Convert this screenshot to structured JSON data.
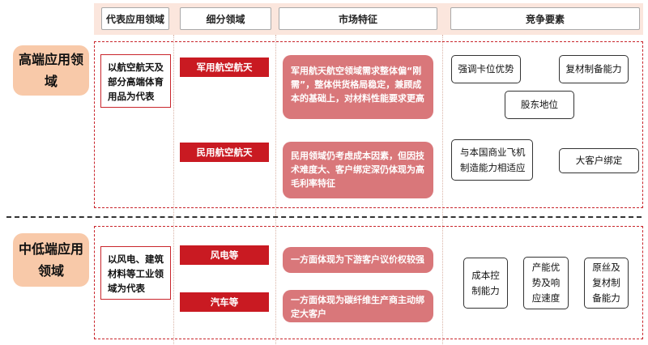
{
  "header": {
    "col1": "代表应用领域",
    "col2": "细分领域",
    "col3": "市场特征",
    "col4": "竞争要素"
  },
  "high_end": {
    "section_label": "高端应用领域",
    "representative": "以航空航天及部分高端体育用品为代表",
    "rows": [
      {
        "subfield": "军用航空航天",
        "feature": "军用航天航空领域需求整体偏“刚需”，整体供货格局稳定，兼顾成本的基础上，对材料性能要求更高"
      },
      {
        "subfield": "民用航空航天",
        "feature": "民用领域仍考虑成本因素，但因技术难度大、客户绑定深仍体现为高毛利率特征"
      }
    ],
    "competition": {
      "c1": "强调卡位优势",
      "c2": "复材制备能力",
      "c3": "股东地位",
      "c4": "与本国商业飞机制造能力相适应",
      "c5": "大客户绑定"
    }
  },
  "mid_low": {
    "section_label": "中低端应用领域",
    "representative": "以风电、建筑材料等工业领域为代表",
    "rows": [
      {
        "subfield": "风电等",
        "feature": "一方面体现为下游客户议价权较强"
      },
      {
        "subfield": "汽车等",
        "feature": "一方面体现为碳纤维生产商主动绑定大客户"
      }
    ],
    "competition": {
      "c1": "成本控制能力",
      "c2": "产能优势及响应速度",
      "c3": "原丝及复材制备能力"
    }
  },
  "colors": {
    "accent_red": "#c91a22",
    "pink_box": "#d9777a",
    "section_fill": "#f8c9a9",
    "header_fill": "#fbe6dd"
  }
}
